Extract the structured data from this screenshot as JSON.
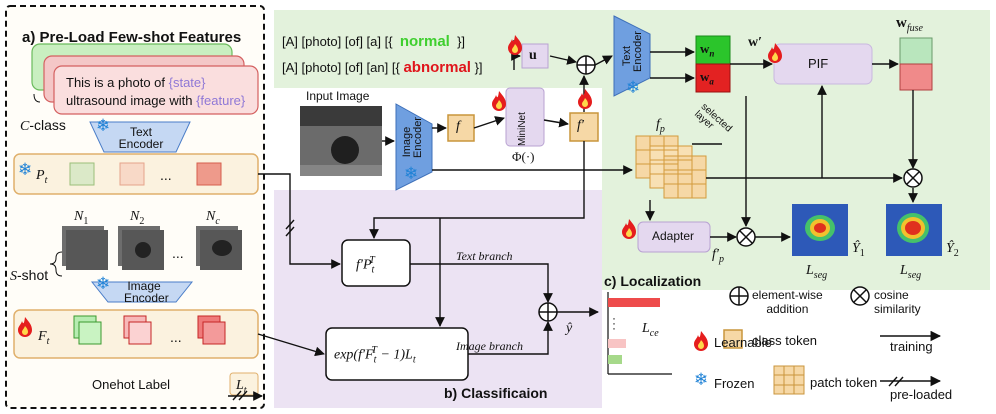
{
  "sections": {
    "preload_title": "a) Pre-Load Few-shot Features",
    "classification_title": "b) Classificaion",
    "localization_title": "c) Localization"
  },
  "preload": {
    "prompt_card_text_1": "This is a photo of ",
    "prompt_card_state": "{state}",
    "prompt_card_text_2": "ultrasound image with ",
    "prompt_card_feature": "{feature}",
    "c_class_label": "C",
    "c_class_suffix": "-class",
    "text_encoder_label": "Text\nEncoder",
    "pt_label": "P",
    "pt_sub": "t",
    "ellipsis": "...",
    "n1": "N",
    "n1_sub": "1",
    "n2": "N",
    "n2_sub": "2",
    "nc": "N",
    "nc_sub": "c",
    "s_shot_label": "S",
    "s_shot_suffix": "-shot",
    "image_encoder_label": "Image\nEncoder",
    "ft_label": "F",
    "ft_sub": "t",
    "onehot_label": "Onehot Label",
    "lt_label": "L",
    "lt_sub": "t"
  },
  "prompts": {
    "normal_prefix": "[A] [photo] [of] [a] [{",
    "normal_word": "normal",
    "normal_suffix": "}]",
    "abnormal_prefix": "[A] [photo] [of] [an] [{",
    "abnormal_word": "abnormal",
    "abnormal_suffix": "}]",
    "u_label": "u"
  },
  "main": {
    "input_image_label": "Input Image",
    "image_encoder_label": "Image\nEncoder",
    "f_label": "f",
    "mininet_label": "MiniNet",
    "phi_label": "Φ(·)",
    "f_prime_label": "f′",
    "text_encoder_label": "Text\nEncoder",
    "wn_label": "w",
    "wn_sub": "n",
    "wa_label": "w",
    "wa_sub": "a",
    "w_prime_label": "w′",
    "pif_label": "PIF",
    "w_fuse_label": "w",
    "w_fuse_sub": "fuse",
    "fp_label": "f",
    "fp_sub": "p",
    "selected_layer_label": "selected\nlayer",
    "adapter_label": "Adapter",
    "fp_prime_label": "f′",
    "fp_prime_sub": "p",
    "y1_label": "Ŷ",
    "y1_sub": "1",
    "y2_label": "Ŷ",
    "y2_sub": "2",
    "lseg1_label": "L",
    "lseg1_sub": "seg",
    "lseg2_label": "L",
    "lseg2_sub": "seg"
  },
  "classification": {
    "formula_text": "f′P",
    "formula_text_sub": "t",
    "formula_text_sup": "T",
    "formula_image": "exp(f′F",
    "formula_image_sub": "t",
    "formula_image_sup": "T",
    "formula_image_tail": " − 1)L",
    "formula_image_tail_sub": "t",
    "text_branch_label": "Text branch",
    "image_branch_label": "Image branch",
    "y_hat_label": "ŷ",
    "lce_label": "L",
    "lce_sub": "ce"
  },
  "legend": {
    "elementwise_label": "element-wise\naddition",
    "cosine_label": "cosine\nsimilarity",
    "learnable_label": "Learnable",
    "class_token_label": "class token",
    "training_label": "training",
    "frozen_label": "Frozen",
    "patch_token_label": "patch token",
    "preloaded_label": "pre-loaded"
  },
  "colors": {
    "normal_green": "#3fcf2f",
    "abnormal_red": "#e0151b",
    "top_panel_green": "#e3f2dc",
    "classification_purple": "#ece3f3",
    "preload_yellow": "#fbf2df",
    "encoder_blue": "#6f9fe0",
    "token_orange": "#f6d8a6",
    "pif_purple": "#e4d8ef",
    "state_purple": "#8f78d6"
  }
}
